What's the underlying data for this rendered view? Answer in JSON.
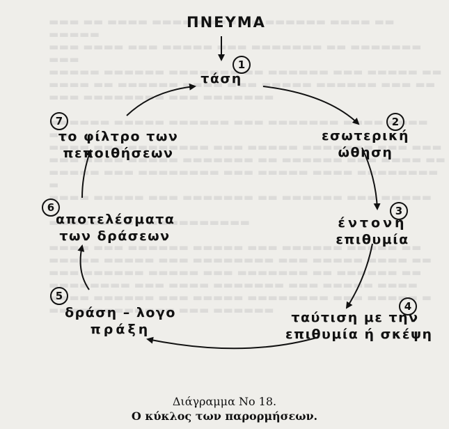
{
  "diagram": {
    "source_label": "ΠΝΕΥΜΑ",
    "steps": [
      {
        "number": "1",
        "lines": [
          "τάση"
        ]
      },
      {
        "number": "2",
        "lines": [
          "εσωτερική",
          "ώθηση"
        ]
      },
      {
        "number": "3",
        "lines": [
          "έντονη",
          "επιθυμία"
        ]
      },
      {
        "number": "4",
        "lines": [
          "ταύτιση με την",
          "επιθυμία ή σκέψη"
        ]
      },
      {
        "number": "5",
        "lines": [
          "δράση – λογο",
          "πράξη"
        ]
      },
      {
        "number": "6",
        "lines": [
          "αποτελέσματα",
          "των δράσεων"
        ]
      },
      {
        "number": "7",
        "lines": [
          "το φίλτρο των",
          "πεποιθήσεων"
        ]
      }
    ]
  },
  "caption": {
    "line1": "Διάγραμμα Νο 18.",
    "line2": "Ο κύκλος των παρορμήσεων."
  }
}
